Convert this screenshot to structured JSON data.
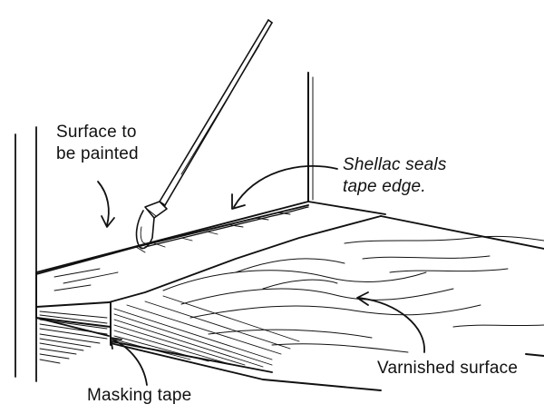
{
  "labels": {
    "surface": [
      "Surface to",
      "be painted"
    ],
    "shellac": [
      "Shellac seals",
      "tape edge."
    ],
    "varnished": "Varnished surface",
    "masking": "Masking tape"
  },
  "colors": {
    "ink": "#111111",
    "paper": "#ffffff"
  },
  "icons": [
    "paintbrush-icon",
    "arrow-icon"
  ]
}
